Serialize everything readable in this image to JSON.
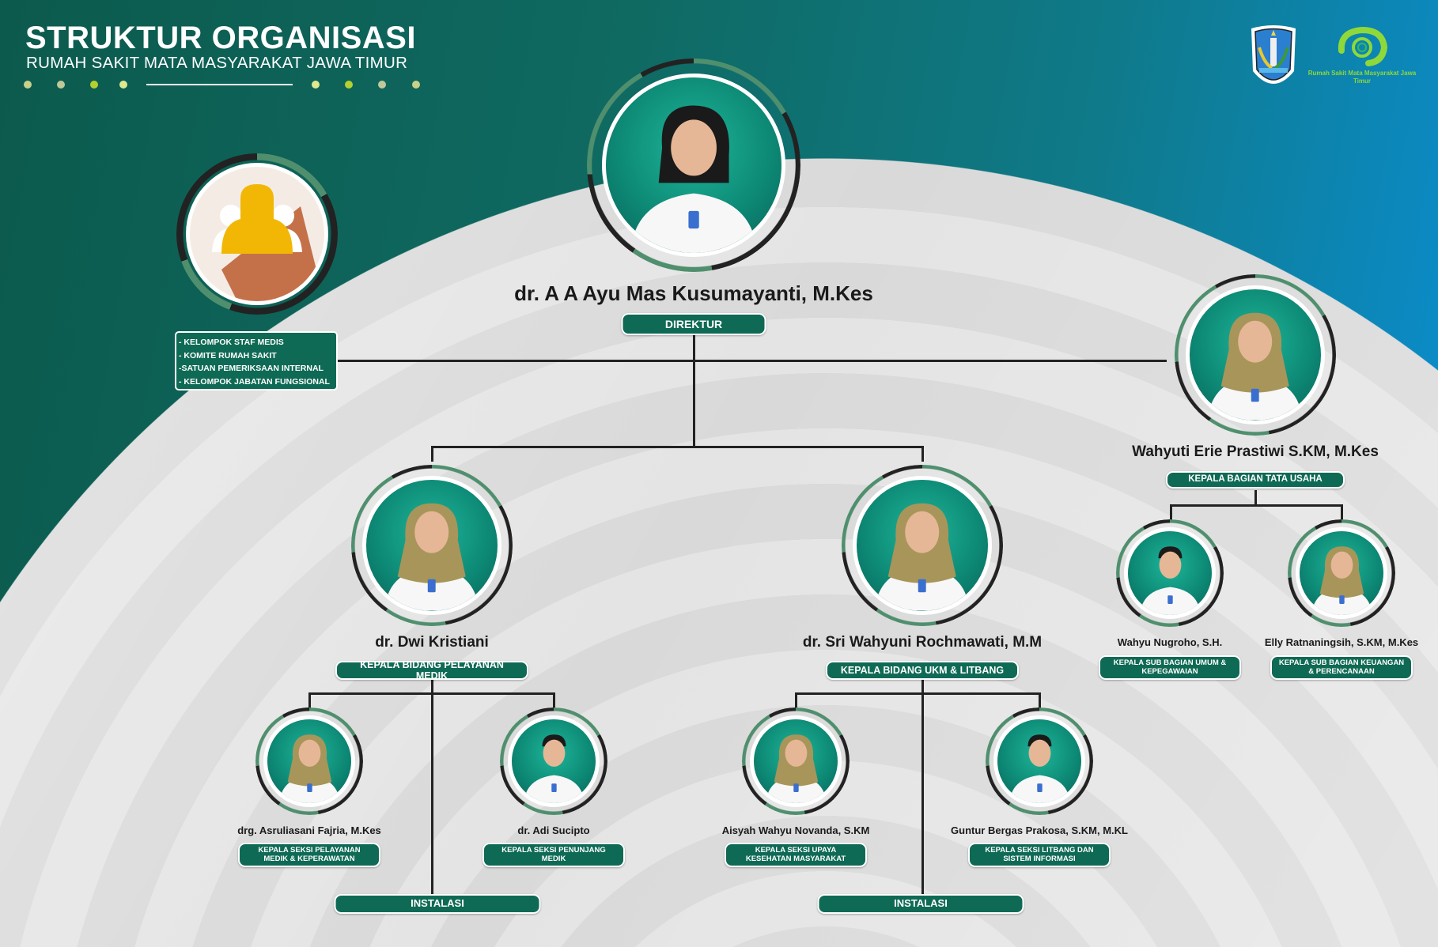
{
  "header": {
    "title": "STRUKTUR ORGANISASI",
    "subtitle": "RUMAH SAKIT MATA MASYARAKAT JAWA TIMUR"
  },
  "logos": {
    "province": "jawa-timur-crest",
    "hospital_text": "Rumah Sakit Mata Masyarakat Jawa Timur"
  },
  "colors": {
    "badge": "#0f6a55",
    "ring_green": "#4f8f6e",
    "ring_dark": "#222222",
    "logo_green": "#8fd83a"
  },
  "staff_box": {
    "items": [
      "- KELOMPOK STAF MEDIS",
      "- KOMITE RUMAH SAKIT",
      "-SATUAN PEMERIKSAAN INTERNAL",
      "- KELOMPOK JABATAN FUNGSIONAL"
    ]
  },
  "director": {
    "name": "dr. A A Ayu Mas Kusumayanti, M.Kes",
    "role": "DIREKTUR"
  },
  "tata_usaha": {
    "name": "Wahyuti Erie Prastiwi S.KM, M.Kes",
    "role": "KEPALA BAGIAN TATA USAHA"
  },
  "bidang": [
    {
      "name": "dr. Dwi Kristiani",
      "role": "KEPALA BIDANG PELAYANAN MEDIK"
    },
    {
      "name": "dr. Sri Wahyuni Rochmawati, M.M",
      "role": "KEPALA BIDANG UKM & LITBANG"
    }
  ],
  "subbagian": [
    {
      "name": "Wahyu Nugroho, S.H.",
      "role": "KEPALA SUB BAGIAN UMUM & KEPEGAWAIAN"
    },
    {
      "name": "Elly Ratnaningsih, S.KM, M.Kes",
      "role": "KEPALA SUB BAGIAN KEUANGAN & PERENCANAAN"
    }
  ],
  "seksi": [
    {
      "name": "drg. Asruliasani Fajria, M.Kes",
      "role": "KEPALA SEKSI PELAYANAN MEDIK & KEPERAWATAN"
    },
    {
      "name": "dr. Adi Sucipto",
      "role": "KEPALA SEKSI PENUNJANG MEDIK"
    },
    {
      "name": "Aisyah Wahyu Novanda, S.KM",
      "role": "KEPALA SEKSI UPAYA KESEHATAN MASYARAKAT"
    },
    {
      "name": "Guntur Bergas Prakosa, S.KM, M.KL",
      "role": "KEPALA SEKSI LITBANG DAN SISTEM INFORMASI"
    }
  ],
  "instalasi": [
    "INSTALASI",
    "INSTALASI"
  ]
}
